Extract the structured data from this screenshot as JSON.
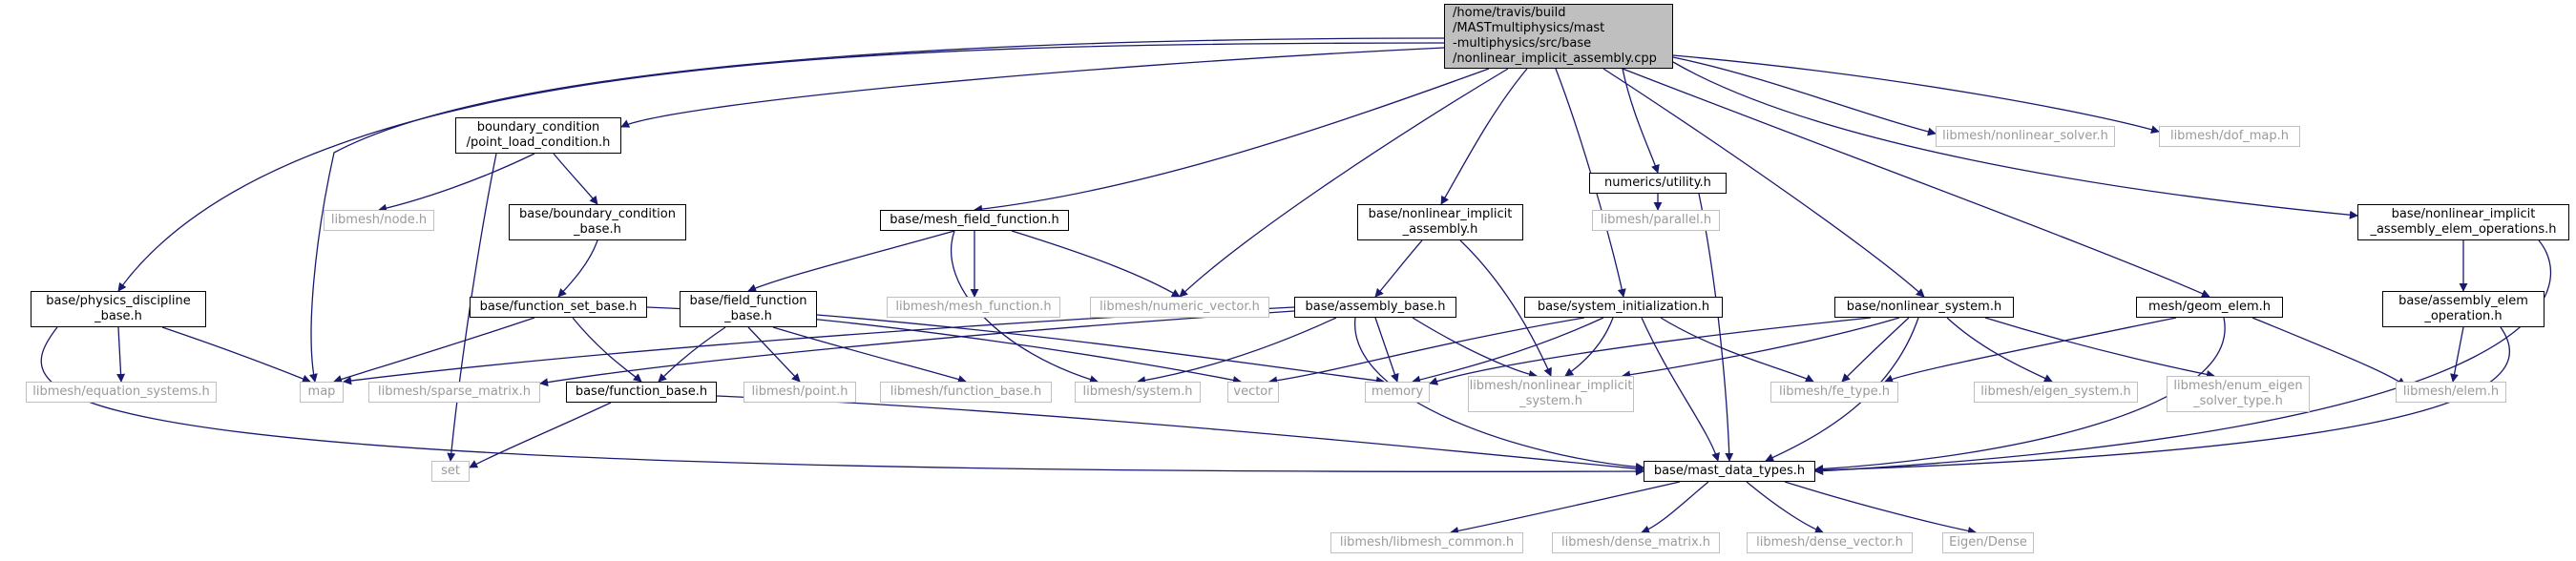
{
  "colors": {
    "edge": "#191970",
    "root_fill": "#bfbfbf",
    "light_border": "#bfbfbf",
    "light_text": "#9a9a9a"
  },
  "nodes": {
    "root": "/home/travis/build\n/MASTmultiphysics/mast\n-multiphysics/src/base\n/nonlinear_implicit_assembly.cpp",
    "bc_point_load": "boundary_condition\n/point_load_condition.h",
    "nonlinear_solver": "libmesh/nonlinear_solver.h",
    "dof_map": "libmesh/dof_map.h",
    "numerics_utility": "numerics/utility.h",
    "libmesh_node": "libmesh/node.h",
    "bc_base": "base/boundary_condition\n_base.h",
    "mesh_field_function": "base/mesh_field_function.h",
    "nl_implicit_assembly": "base/nonlinear_implicit\n_assembly.h",
    "libmesh_parallel": "libmesh/parallel.h",
    "nl_implicit_assembly_elem_ops": "base/nonlinear_implicit\n_assembly_elem_operations.h",
    "physics_discipline_base": "base/physics_discipline\n_base.h",
    "function_set_base": "base/function_set_base.h",
    "field_function_base": "base/field_function\n_base.h",
    "libmesh_mesh_function": "libmesh/mesh_function.h",
    "libmesh_numeric_vector": "libmesh/numeric_vector.h",
    "assembly_base": "base/assembly_base.h",
    "system_initialization": "base/system_initialization.h",
    "nonlinear_system": "base/nonlinear_system.h",
    "geom_elem": "mesh/geom_elem.h",
    "assembly_elem_operation": "base/assembly_elem\n_operation.h",
    "libmesh_equation_systems": "libmesh/equation_systems.h",
    "map": "map",
    "libmesh_sparse_matrix": "libmesh/sparse_matrix.h",
    "function_base": "base/function_base.h",
    "libmesh_point": "libmesh/point.h",
    "libmesh_function_base": "libmesh/function_base.h",
    "libmesh_system": "libmesh/system.h",
    "vector": "vector",
    "memory": "memory",
    "libmesh_nl_implicit_system": "libmesh/nonlinear_implicit\n_system.h",
    "libmesh_fe_type": "libmesh/fe_type.h",
    "libmesh_eigen_system": "libmesh/eigen_system.h",
    "libmesh_enum_eigen_solver_type": "libmesh/enum_eigen\n_solver_type.h",
    "libmesh_elem": "libmesh/elem.h",
    "set": "set",
    "mast_data_types": "base/mast_data_types.h",
    "libmesh_common": "libmesh/libmesh_common.h",
    "libmesh_dense_matrix": "libmesh/dense_matrix.h",
    "libmesh_dense_vector": "libmesh/dense_vector.h",
    "eigen_dense": "Eigen/Dense"
  }
}
